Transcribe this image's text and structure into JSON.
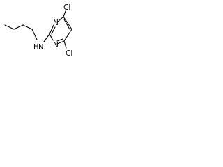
{
  "structure": {
    "atoms": {
      "cl_top": "Cl",
      "n_ring_top": "N",
      "n_ring_bottom": "N",
      "nh_h": "H",
      "nh_n": "N",
      "cl_bottom": "Cl"
    }
  }
}
